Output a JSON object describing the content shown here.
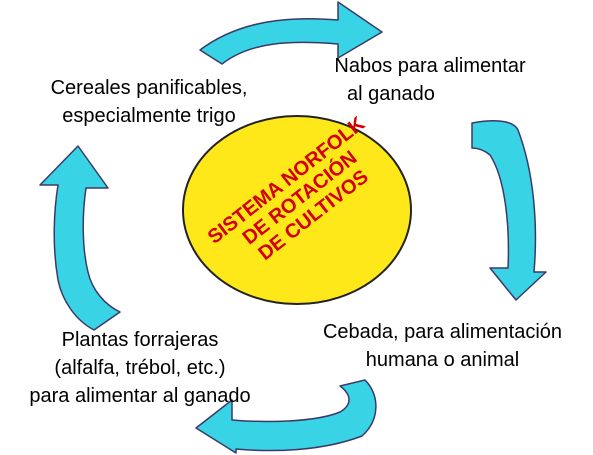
{
  "center": {
    "lines": [
      "SISTEMA NORFOLK",
      "DE ROTACIÓN",
      "DE CULTIVOS"
    ]
  },
  "stages": {
    "nabos": [
      "Nabos para alimentar",
      "al ganado"
    ],
    "cebada": [
      "Cebada, para alimentación",
      "humana o animal"
    ],
    "plantas": [
      "Plantas forrajeras",
      "(alfalfa, trébol, etc.)",
      "para alimentar al ganado"
    ],
    "cereales": [
      "Cereales panificables,",
      "especialmente trigo"
    ]
  },
  "colors": {
    "arrow_fill": "#38d4e6",
    "arrow_stroke": "#3a3a6a",
    "ellipse_fill": "#ffe81a",
    "ellipse_stroke": "#222222",
    "center_text": "#d40000"
  }
}
